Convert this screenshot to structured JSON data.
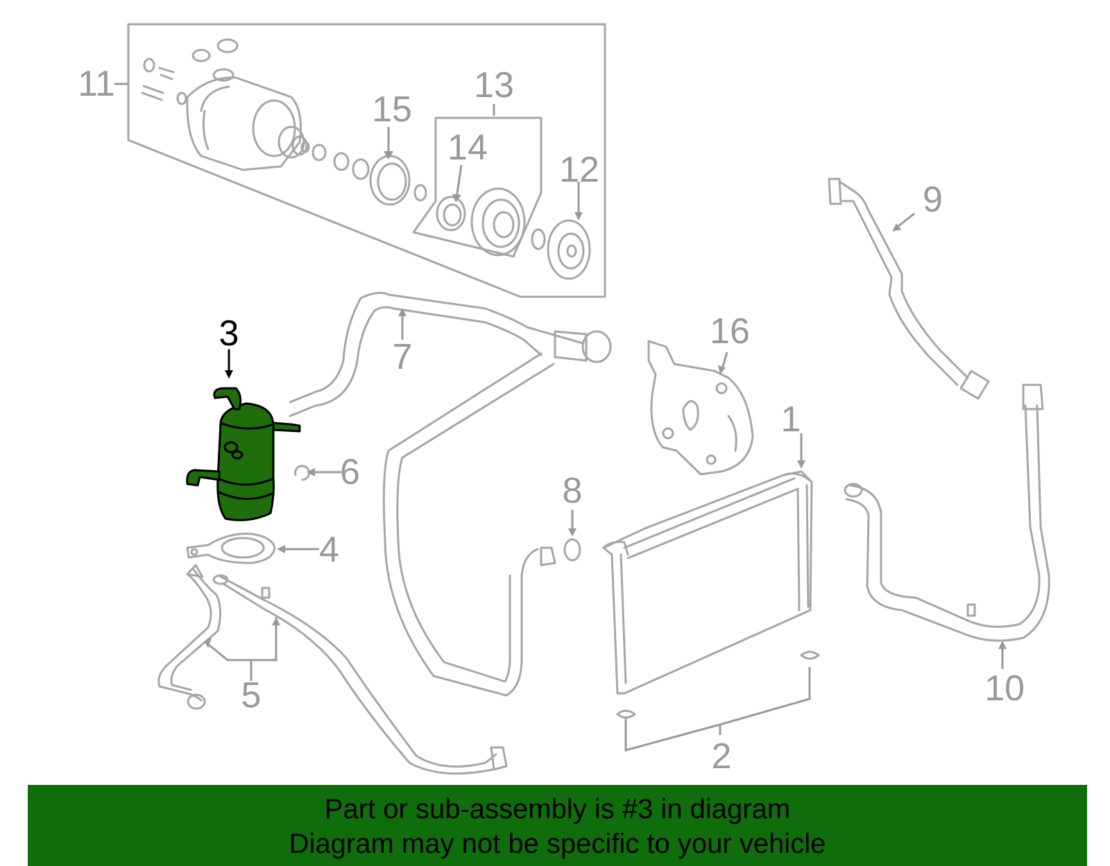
{
  "callouts": [
    {
      "id": "1",
      "label": "1"
    },
    {
      "id": "2",
      "label": "2"
    },
    {
      "id": "3",
      "label": "3",
      "highlighted": true
    },
    {
      "id": "4",
      "label": "4"
    },
    {
      "id": "5",
      "label": "5"
    },
    {
      "id": "6",
      "label": "6"
    },
    {
      "id": "7",
      "label": "7"
    },
    {
      "id": "8",
      "label": "8"
    },
    {
      "id": "9",
      "label": "9"
    },
    {
      "id": "10",
      "label": "10"
    },
    {
      "id": "11",
      "label": "11"
    },
    {
      "id": "12",
      "label": "12"
    },
    {
      "id": "13",
      "label": "13"
    },
    {
      "id": "14",
      "label": "14"
    },
    {
      "id": "15",
      "label": "15"
    },
    {
      "id": "16",
      "label": "16"
    }
  ],
  "banner": {
    "line1": "Part or sub-assembly is #3 in diagram",
    "line2": "Diagram may not be specific to your vehicle",
    "background": "#0f6e0b"
  },
  "colors": {
    "highlight_part": "#1f6e0c",
    "linework": "#a6a6a6",
    "callout_text": "#999999"
  }
}
